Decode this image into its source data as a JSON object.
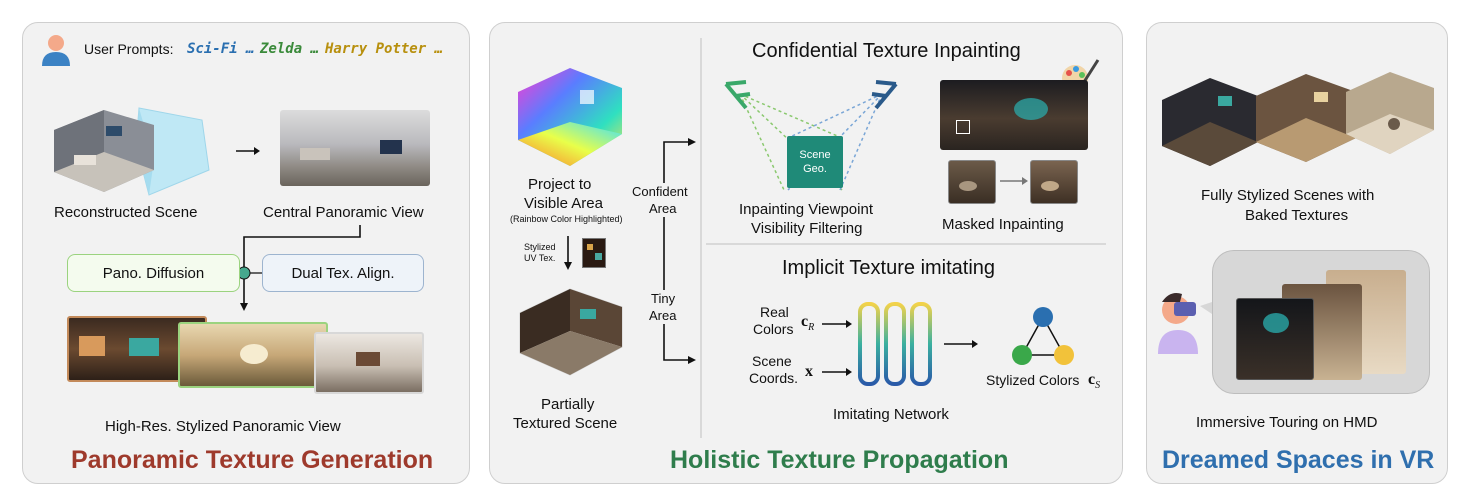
{
  "panel1": {
    "user_prompts_label": "User Prompts:",
    "prompt_scifi": "Sci-Fi …",
    "prompt_zelda": "Zelda …",
    "prompt_harry": "Harry Potter …",
    "reconstructed_scene": "Reconstructed Scene",
    "central_panoramic": "Central Panoramic View",
    "pano_diffusion": "Pano. Diffusion",
    "dual_tex_align": "Dual Tex. Align.",
    "high_res_pano": "High-Res. Stylized Panoramic View",
    "title": "Panoramic Texture Generation"
  },
  "panel2": {
    "project_line1": "Project to",
    "project_line2": "Visible Area",
    "rainbow_note": "(Rainbow Color Highlighted)",
    "stylized_line1": "Stylized",
    "stylized_line2": "UV Tex.",
    "confident_line1": "Confident",
    "confident_line2": "Area",
    "tiny_line1": "Tiny",
    "tiny_line2": "Area",
    "partial_line1": "Partially",
    "partial_line2": "Textured Scene",
    "confidential_title": "Confidential Texture Inpainting",
    "scene_geo_line1": "Scene",
    "scene_geo_line2": "Geo.",
    "viewpoint_line1": "Inpainting Viewpoint",
    "viewpoint_line2": "Visibility Filtering",
    "masked_inpainting": "Masked Inpainting",
    "implicit_title": "Implicit Texture imitating",
    "real_line1": "Real",
    "real_line2": "Colors",
    "real_symbol": "c",
    "real_sub": "R",
    "scene_line1": "Scene",
    "scene_line2": "Coords.",
    "coord_symbol": "x",
    "imitating_network": "Imitating Network",
    "stylized_colors": "Stylized Colors",
    "stylized_symbol": "c",
    "stylized_sub": "S",
    "title": "Holistic Texture Propagation"
  },
  "panel3": {
    "fully_line1": "Fully Stylized Scenes with",
    "fully_line2": "Baked Textures",
    "immersive": "Immersive Touring on HMD",
    "title": "Dreamed Spaces in VR"
  },
  "colors": {
    "panel1_title": "#9e3a2c",
    "panel2_title": "#2f7d4c",
    "panel3_title": "#2f6fae",
    "prompt_scifi": "#2a6fb0",
    "prompt_zelda": "#3a8a3a",
    "prompt_harry": "#b8900e"
  }
}
